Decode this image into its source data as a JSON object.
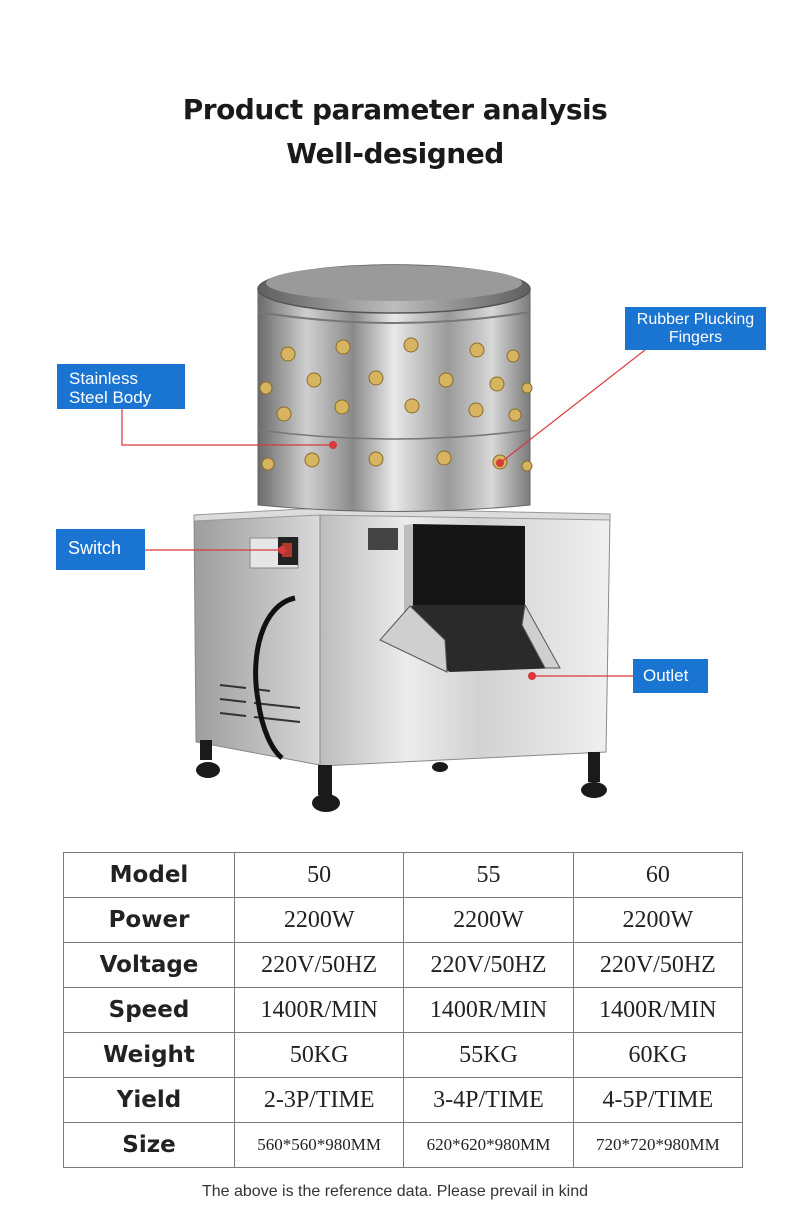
{
  "header": {
    "title_line1": "Product parameter analysis",
    "title_line2": "Well-designed"
  },
  "callouts": {
    "stainless_line1": "Stainless",
    "stainless_line2": "Steel Body",
    "rubber_line1": "Rubber Plucking",
    "rubber_line2": "Fingers",
    "switch": "Switch",
    "outlet": "Outlet"
  },
  "colors": {
    "callout_bg": "#1a74d2",
    "pointer": "#d9383c"
  },
  "spec_table": {
    "rows": [
      {
        "label": "Model",
        "values": [
          "50",
          "55",
          "60"
        ]
      },
      {
        "label": "Power",
        "values": [
          "2200W",
          "2200W",
          "2200W"
        ]
      },
      {
        "label": "Voltage",
        "values": [
          "220V/50HZ",
          "220V/50HZ",
          "220V/50HZ"
        ]
      },
      {
        "label": "Speed",
        "values": [
          "1400R/MIN",
          "1400R/MIN",
          "1400R/MIN"
        ]
      },
      {
        "label": "Weight",
        "values": [
          "50KG",
          "55KG",
          "60KG"
        ]
      },
      {
        "label": "Yield",
        "values": [
          "2-3P/TIME",
          "3-4P/TIME",
          "4-5P/TIME"
        ]
      },
      {
        "label": "Size",
        "values": [
          "560*560*980MM",
          "620*620*980MM",
          "720*720*980MM"
        ]
      }
    ]
  },
  "footer": {
    "note": "The above is the reference data. Please prevail in kind"
  }
}
